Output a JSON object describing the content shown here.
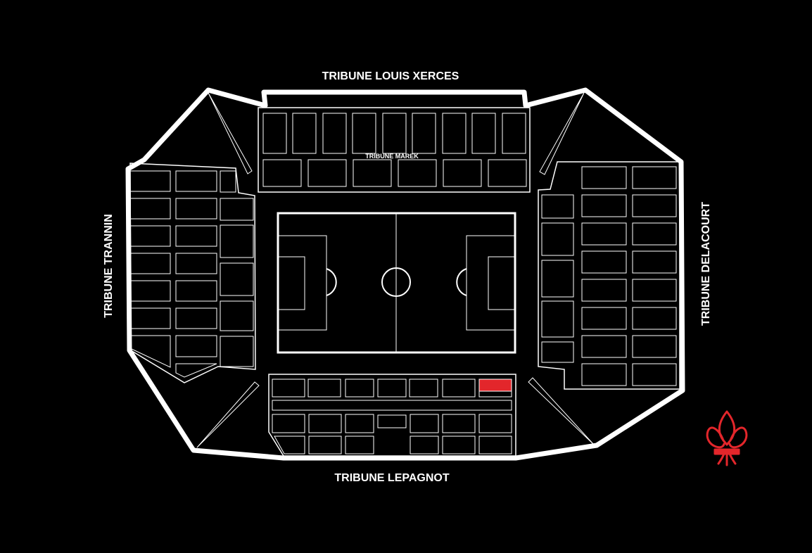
{
  "stands": {
    "north": "TRIBUNE LOUIS XERCES",
    "north_inner": "TRIBUNE MAREK",
    "south": "TRIBUNE LEPAGNOT",
    "west": "TRIBUNE TRANNIN",
    "east": "TRIBUNE DELACOURT"
  },
  "colors": {
    "background": "#000000",
    "outline": "#ffffff",
    "selected_section": "#e3262b",
    "logo": "#e3262b"
  },
  "logo": {
    "icon": "fleur-de-lis-icon"
  }
}
